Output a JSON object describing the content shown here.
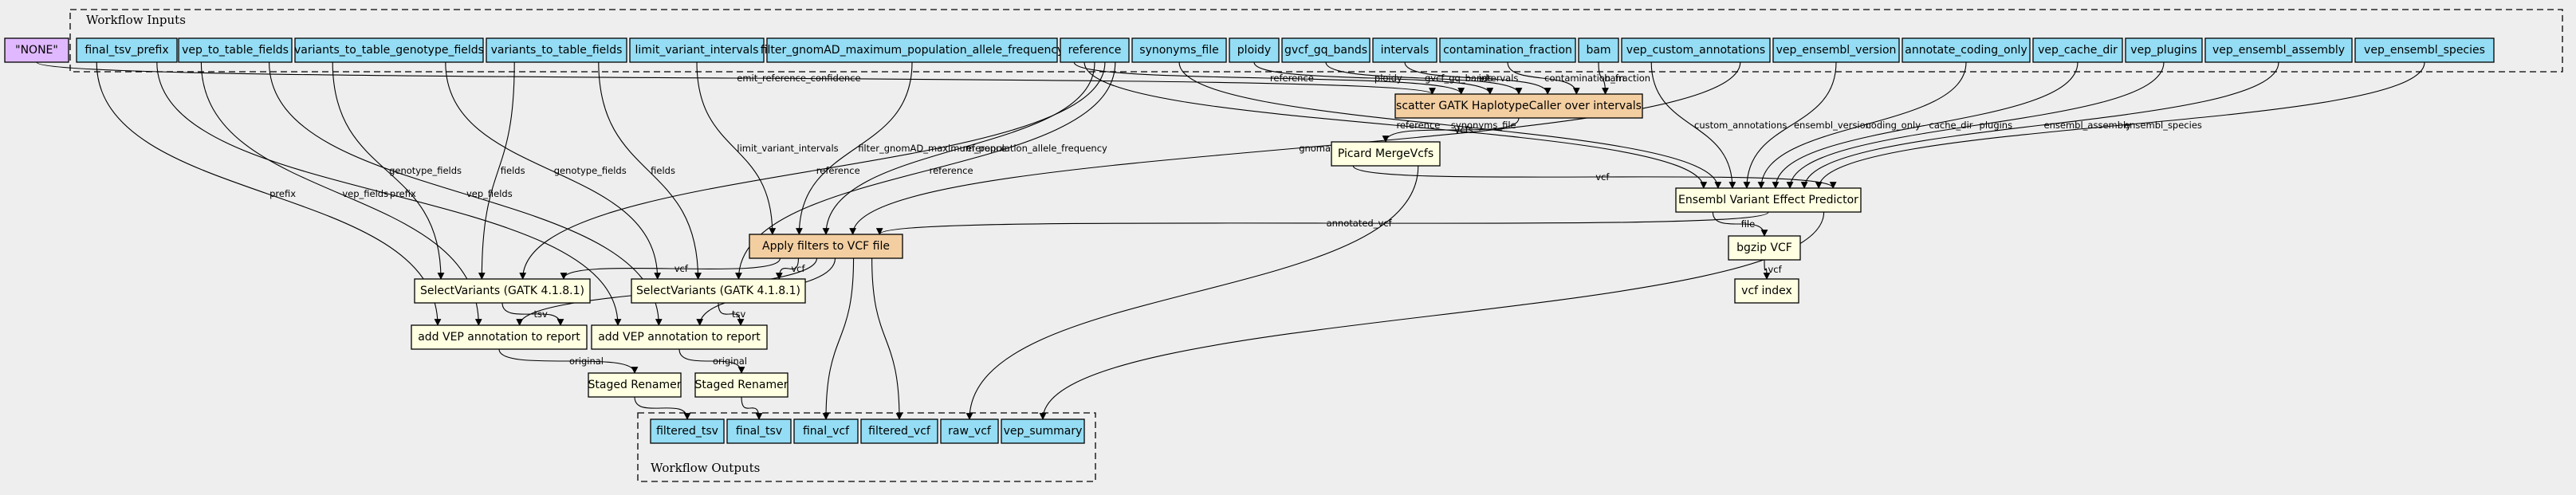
{
  "colors": {
    "input": "#94ddf4",
    "output": "#94ddf4",
    "step": "#ffffe1",
    "scatter": "#f3cea1",
    "none": "#e0b8ff",
    "background": "#eeeeee"
  },
  "clusters": {
    "inputs_title": "Workflow Inputs",
    "outputs_title": "Workflow Outputs"
  },
  "nodes": [
    {
      "id": "none",
      "label": "\"NONE\"",
      "kind": "none"
    },
    {
      "id": "final_tsv_prefix",
      "label": "final_tsv_prefix",
      "kind": "input"
    },
    {
      "id": "vep_to_table_fields",
      "label": "vep_to_table_fields",
      "kind": "input"
    },
    {
      "id": "variants_to_table_genotype_fields",
      "label": "variants_to_table_genotype_fields",
      "kind": "input"
    },
    {
      "id": "variants_to_table_fields",
      "label": "variants_to_table_fields",
      "kind": "input"
    },
    {
      "id": "limit_variant_intervals",
      "label": "limit_variant_intervals",
      "kind": "input"
    },
    {
      "id": "filter_gnomAD",
      "label": "filter_gnomAD_maximum_population_allele_frequency",
      "kind": "input"
    },
    {
      "id": "reference",
      "label": "reference",
      "kind": "input"
    },
    {
      "id": "synonyms_file",
      "label": "synonyms_file",
      "kind": "input"
    },
    {
      "id": "ploidy",
      "label": "ploidy",
      "kind": "input"
    },
    {
      "id": "gvcf_gq_bands",
      "label": "gvcf_gq_bands",
      "kind": "input"
    },
    {
      "id": "intervals",
      "label": "intervals",
      "kind": "input"
    },
    {
      "id": "contamination_fraction",
      "label": "contamination_fraction",
      "kind": "input"
    },
    {
      "id": "bam",
      "label": "bam",
      "kind": "input"
    },
    {
      "id": "vep_custom_annotations",
      "label": "vep_custom_annotations",
      "kind": "input"
    },
    {
      "id": "vep_ensembl_version",
      "label": "vep_ensembl_version",
      "kind": "input"
    },
    {
      "id": "annotate_coding_only",
      "label": "annotate_coding_only",
      "kind": "input"
    },
    {
      "id": "vep_cache_dir",
      "label": "vep_cache_dir",
      "kind": "input"
    },
    {
      "id": "vep_plugins",
      "label": "vep_plugins",
      "kind": "input"
    },
    {
      "id": "vep_ensembl_assembly",
      "label": "vep_ensembl_assembly",
      "kind": "input"
    },
    {
      "id": "vep_ensembl_species",
      "label": "vep_ensembl_species",
      "kind": "input"
    },
    {
      "id": "haplotypecaller",
      "label": "scatter GATK HaplotypeCaller over intervals",
      "kind": "scatter"
    },
    {
      "id": "mergevcfs",
      "label": "Picard MergeVcfs",
      "kind": "step"
    },
    {
      "id": "vep",
      "label": "Ensembl Variant Effect Predictor",
      "kind": "step"
    },
    {
      "id": "bgzip",
      "label": "bgzip VCF",
      "kind": "step"
    },
    {
      "id": "vcf_index",
      "label": "vcf index",
      "kind": "step"
    },
    {
      "id": "apply_filters",
      "label": "Apply filters to VCF file",
      "kind": "scatter"
    },
    {
      "id": "selectvariants_1",
      "label": "SelectVariants (GATK 4.1.8.1)",
      "kind": "step"
    },
    {
      "id": "selectvariants_2",
      "label": "SelectVariants (GATK 4.1.8.1)",
      "kind": "step"
    },
    {
      "id": "vep_report_1",
      "label": "add VEP annotation to report",
      "kind": "step"
    },
    {
      "id": "vep_report_2",
      "label": "add VEP annotation to report",
      "kind": "step"
    },
    {
      "id": "renamer_1",
      "label": "Staged Renamer",
      "kind": "step"
    },
    {
      "id": "renamer_2",
      "label": "Staged Renamer",
      "kind": "step"
    },
    {
      "id": "filtered_tsv",
      "label": "filtered_tsv",
      "kind": "output"
    },
    {
      "id": "final_tsv",
      "label": "final_tsv",
      "kind": "output"
    },
    {
      "id": "final_vcf",
      "label": "final_vcf",
      "kind": "output"
    },
    {
      "id": "filtered_vcf",
      "label": "filtered_vcf",
      "kind": "output"
    },
    {
      "id": "raw_vcf",
      "label": "raw_vcf",
      "kind": "output"
    },
    {
      "id": "vep_summary",
      "label": "vep_summary",
      "kind": "output"
    }
  ],
  "edges": [
    {
      "from": "none",
      "to": "haplotypecaller",
      "label": "emit_reference_confidence"
    },
    {
      "from": "final_tsv_prefix",
      "to": "vep_report_1",
      "label": "prefix"
    },
    {
      "from": "final_tsv_prefix",
      "to": "vep_report_2",
      "label": "prefix"
    },
    {
      "from": "vep_to_table_fields",
      "to": "vep_report_1",
      "label": "vep_fields"
    },
    {
      "from": "vep_to_table_fields",
      "to": "vep_report_2",
      "label": "vep_fields"
    },
    {
      "from": "variants_to_table_genotype_fields",
      "to": "selectvariants_1",
      "label": "genotype_fields"
    },
    {
      "from": "variants_to_table_genotype_fields",
      "to": "selectvariants_2",
      "label": "genotype_fields"
    },
    {
      "from": "variants_to_table_fields",
      "to": "selectvariants_1",
      "label": "fields"
    },
    {
      "from": "variants_to_table_fields",
      "to": "selectvariants_2",
      "label": "fields"
    },
    {
      "from": "limit_variant_intervals",
      "to": "apply_filters",
      "label": "limit_variant_intervals"
    },
    {
      "from": "filter_gnomAD",
      "to": "apply_filters",
      "label": "filter_gnomAD_maximum_population_allele_frequency"
    },
    {
      "from": "reference",
      "to": "haplotypecaller",
      "label": "reference"
    },
    {
      "from": "reference",
      "to": "vep",
      "label": "reference"
    },
    {
      "from": "reference",
      "to": "apply_filters",
      "label": "reference"
    },
    {
      "from": "reference",
      "to": "selectvariants_1",
      "label": "reference"
    },
    {
      "from": "reference",
      "to": "selectvariants_2",
      "label": "reference"
    },
    {
      "from": "synonyms_file",
      "to": "vep",
      "label": "synonyms_file"
    },
    {
      "from": "ploidy",
      "to": "haplotypecaller",
      "label": "ploidy"
    },
    {
      "from": "gvcf_gq_bands",
      "to": "haplotypecaller",
      "label": "gvcf_gq_bands"
    },
    {
      "from": "intervals",
      "to": "haplotypecaller",
      "label": "intervals"
    },
    {
      "from": "contamination_fraction",
      "to": "haplotypecaller",
      "label": "contamination_fraction"
    },
    {
      "from": "bam",
      "to": "haplotypecaller",
      "label": "bam"
    },
    {
      "from": "vep_custom_annotations",
      "to": "vep",
      "label": "custom_annotations"
    },
    {
      "from": "vep_custom_annotations",
      "to": "apply_filters",
      "label": "gnomad_field_name"
    },
    {
      "from": "vep_ensembl_version",
      "to": "vep",
      "label": "ensembl_version"
    },
    {
      "from": "annotate_coding_only",
      "to": "vep",
      "label": "coding_only"
    },
    {
      "from": "vep_cache_dir",
      "to": "vep",
      "label": "cache_dir"
    },
    {
      "from": "vep_plugins",
      "to": "vep",
      "label": "plugins"
    },
    {
      "from": "vep_ensembl_assembly",
      "to": "vep",
      "label": "ensembl_assembly"
    },
    {
      "from": "vep_ensembl_species",
      "to": "vep",
      "label": "ensembl_species"
    },
    {
      "from": "haplotypecaller",
      "to": "mergevcfs",
      "label": "vcfs"
    },
    {
      "from": "mergevcfs",
      "to": "vep",
      "label": "vcf"
    },
    {
      "from": "mergevcfs",
      "to": "raw_vcf",
      "label": ""
    },
    {
      "from": "vep",
      "to": "bgzip",
      "label": "file"
    },
    {
      "from": "bgzip",
      "to": "vcf_index",
      "label": "vcf"
    },
    {
      "from": "vep",
      "to": "apply_filters",
      "label": "annotated_vcf"
    },
    {
      "from": "vep",
      "to": "vep_summary",
      "label": ""
    },
    {
      "from": "apply_filters",
      "to": "selectvariants_1",
      "label": "vcf"
    },
    {
      "from": "apply_filters",
      "to": "selectvariants_2",
      "label": "vcf"
    },
    {
      "from": "apply_filters",
      "to": "vep_report_1",
      "label": "vcf"
    },
    {
      "from": "apply_filters",
      "to": "vep_report_2",
      "label": "vcf"
    },
    {
      "from": "apply_filters",
      "to": "final_vcf",
      "label": ""
    },
    {
      "from": "apply_filters",
      "to": "filtered_vcf",
      "label": ""
    },
    {
      "from": "selectvariants_1",
      "to": "vep_report_1",
      "label": "tsv"
    },
    {
      "from": "selectvariants_2",
      "to": "vep_report_2",
      "label": "tsv"
    },
    {
      "from": "vep_report_1",
      "to": "renamer_1",
      "label": "original"
    },
    {
      "from": "vep_report_2",
      "to": "renamer_2",
      "label": "original"
    },
    {
      "from": "renamer_1",
      "to": "filtered_tsv",
      "label": ""
    },
    {
      "from": "renamer_2",
      "to": "final_tsv",
      "label": ""
    }
  ]
}
